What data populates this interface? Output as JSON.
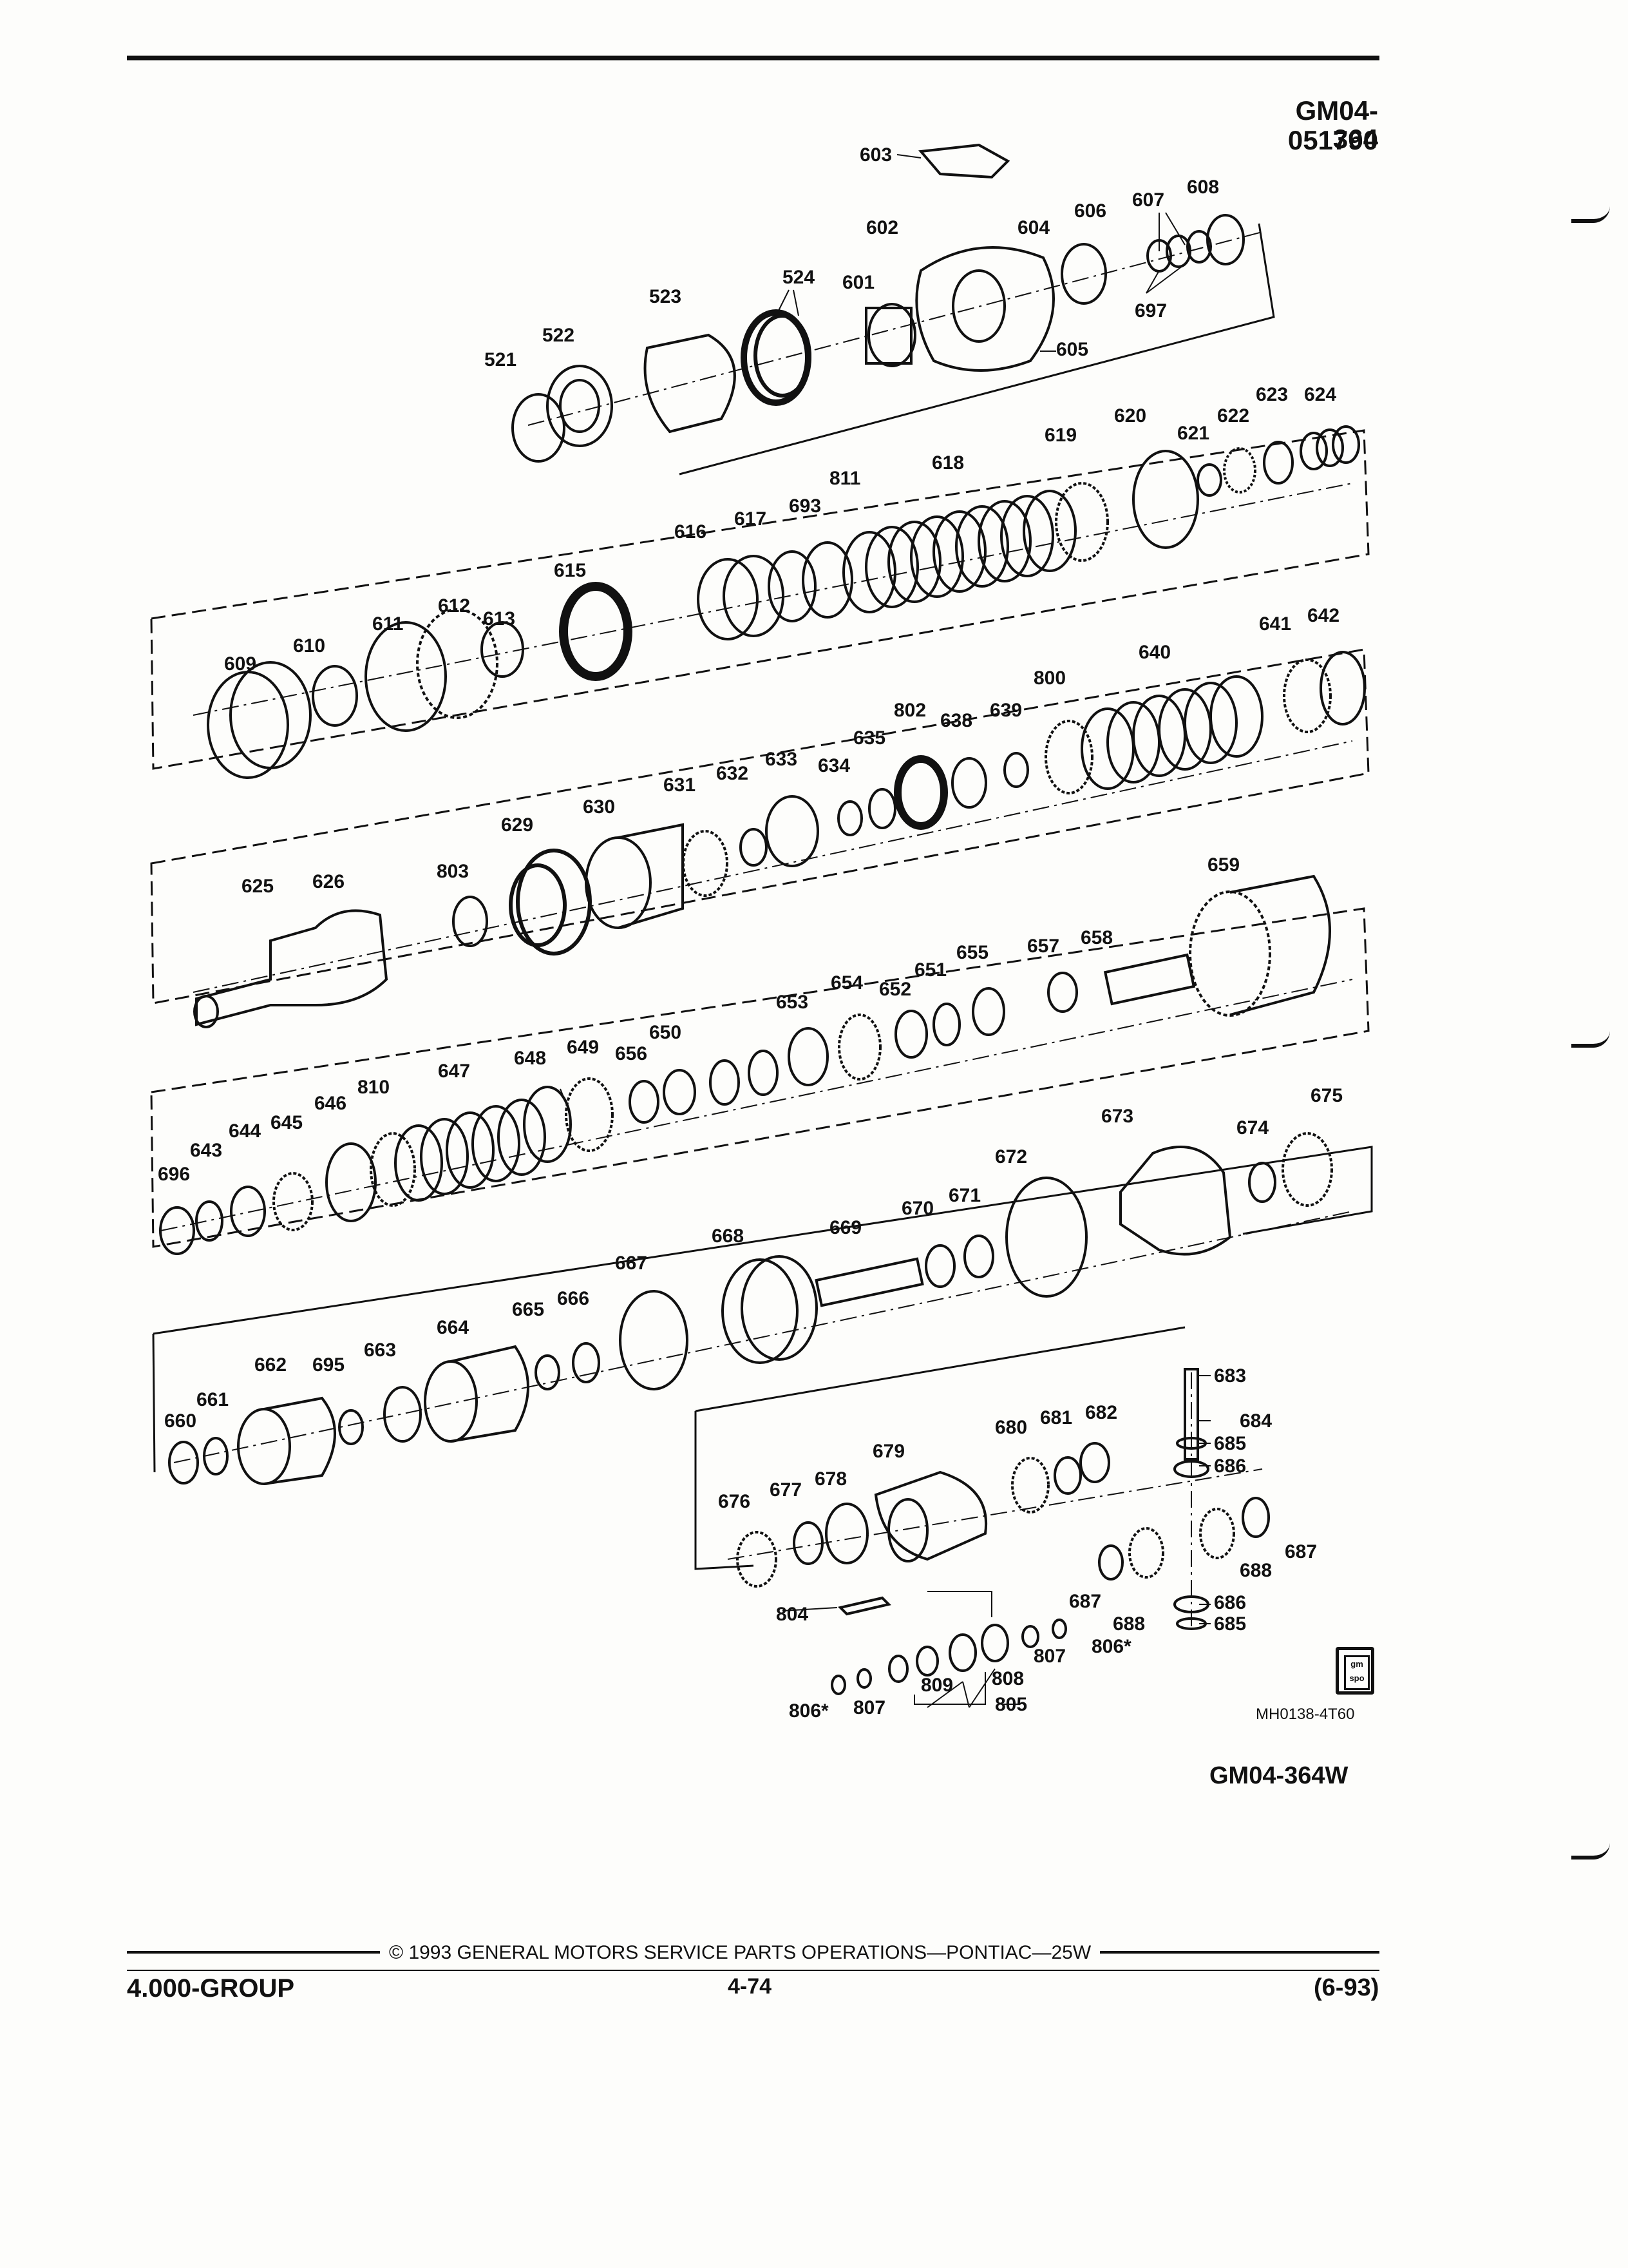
{
  "header": {
    "code": "GM04-364",
    "code2": "051790",
    "diagram_code": "GM04-364W",
    "ref_code": "MH0138-4T60",
    "logo_text": "gm spo"
  },
  "footer": {
    "group": "4.000-GROUP",
    "copyright": "© 1993 GENERAL MOTORS SERVICE PARTS OPERATIONS—PONTIAC—25W",
    "page": "4-74",
    "date": "(6-93)"
  },
  "callouts": [
    "603",
    "602",
    "604",
    "606",
    "607",
    "608",
    "524",
    "601",
    "523",
    "522",
    "521",
    "697",
    "605",
    "623",
    "624",
    "620",
    "622",
    "621",
    "619",
    "618",
    "811",
    "693",
    "617",
    "616",
    "615",
    "612",
    "613",
    "611",
    "610",
    "609",
    "641",
    "642",
    "640",
    "800",
    "802",
    "638",
    "639",
    "635",
    "633",
    "634",
    "632",
    "631",
    "630",
    "629",
    "803",
    "626",
    "625",
    "659",
    "657",
    "658",
    "655",
    "651",
    "652",
    "654",
    "653",
    "650",
    "656",
    "649",
    "648",
    "647",
    "646",
    "810",
    "645",
    "644",
    "643",
    "696",
    "675",
    "674",
    "673",
    "672",
    "671",
    "670",
    "669",
    "668",
    "667",
    "666",
    "665",
    "664",
    "663",
    "695",
    "662",
    "661",
    "660",
    "683",
    "684",
    "685",
    "686",
    "687",
    "688",
    "682",
    "681",
    "680",
    "679",
    "678",
    "677",
    "676",
    "804",
    "806*",
    "807",
    "809",
    "808",
    "805"
  ]
}
